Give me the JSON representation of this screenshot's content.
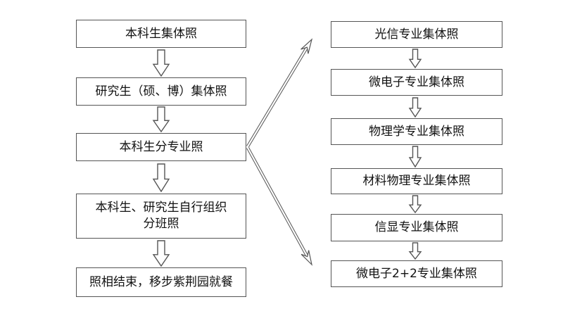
{
  "left_flow": {
    "steps": [
      "本科生集体照",
      "研究生（硕、博）集体照",
      "本科生分专业照",
      "本科生、研究生自行组织分班照",
      "照相结束，移步紫荆园就餐"
    ]
  },
  "right_flow": {
    "steps": [
      "光信专业集体照",
      "微电子专业集体照",
      "物理学专业集体照",
      "材料物理专业集体照",
      "信显专业集体照",
      "微电子2+2专业集体照"
    ]
  }
}
